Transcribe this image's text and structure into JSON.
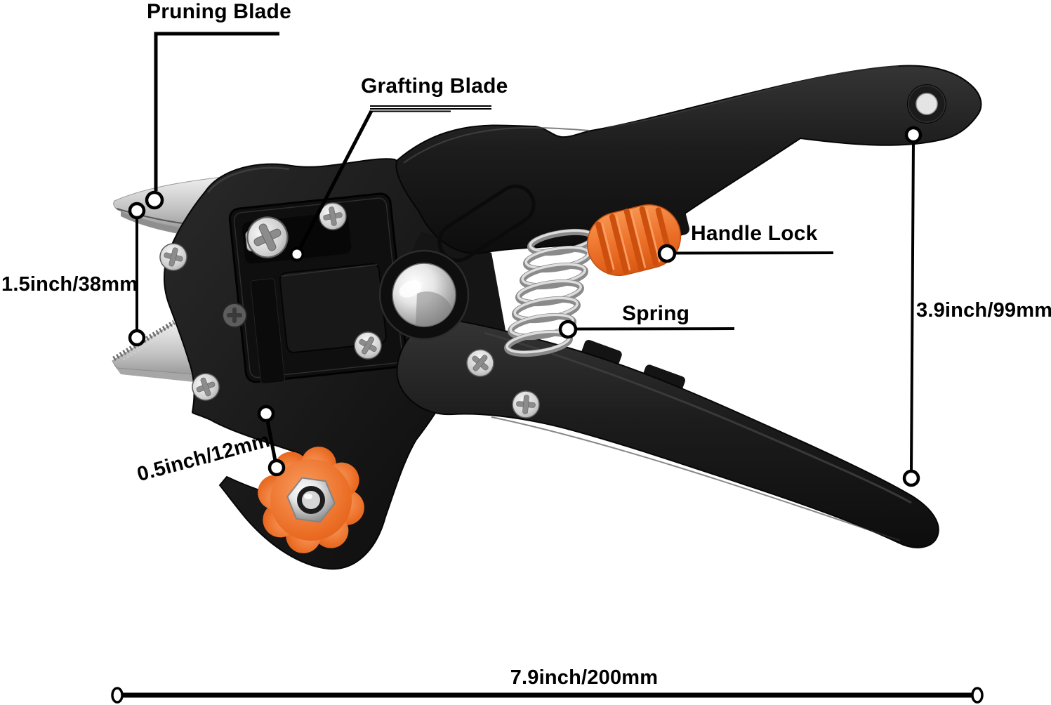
{
  "page": {
    "background": "#ffffff",
    "subject": "grafting and pruning shear dimension diagram"
  },
  "part_labels": {
    "pruning_blade": "Pruning Blade",
    "grafting_blade": "Grafting Blade",
    "handle_lock": "Handle Lock",
    "spring": "Spring"
  },
  "measurements": {
    "pruning_blade_length": "1.5inch/38mm",
    "grafting_blade_width": "0.5inch/12mm",
    "handle_opening": "3.9inch/99mm",
    "overall_length": "7.9inch/200mm"
  },
  "colors": {
    "annotation_black": "#000000",
    "body_black": "#1a1a1a",
    "accent_orange": "#ed6f2a",
    "steel_silver": "#c8c8c8",
    "background_white": "#ffffff"
  }
}
